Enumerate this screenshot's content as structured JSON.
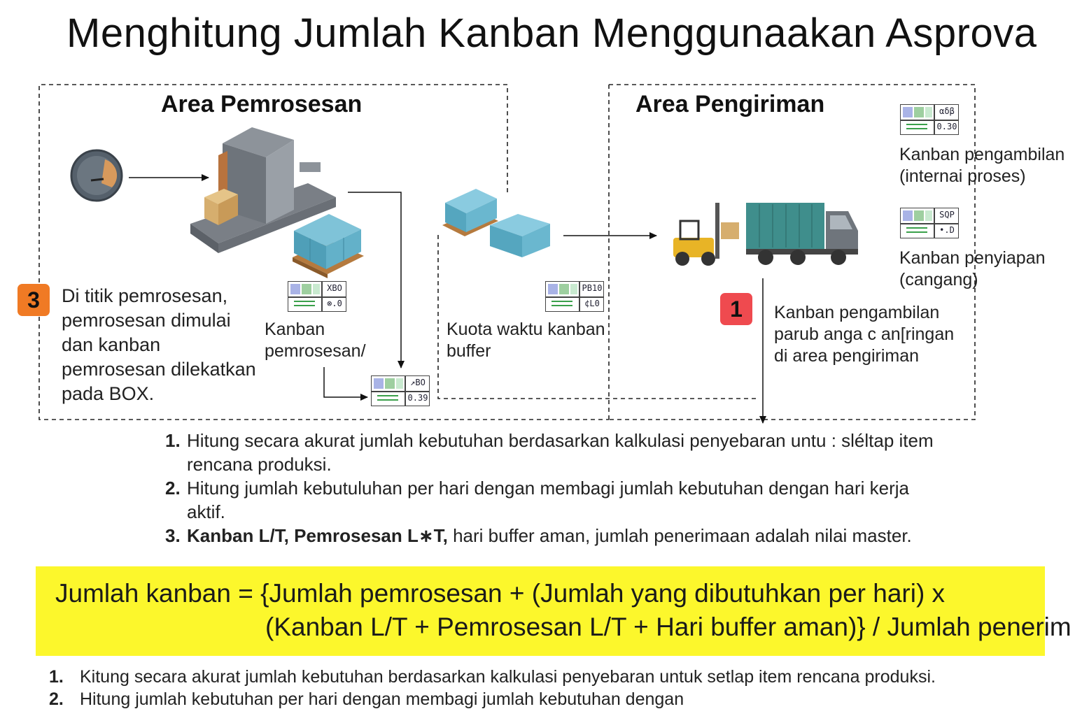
{
  "title": "Menghitung Jumlah Kanban Menggunaakan Asprova",
  "areas": {
    "processing": "Area Pemrosesan",
    "shipping": "Area Pengiriman"
  },
  "step3": {
    "badge": "3",
    "badge_color": "#f07a24",
    "text": [
      "Di titik pemrosesan,",
      "pemrosesan dimulai",
      "dan kanban",
      "pemrosesan dilekatkan",
      "pada BOX."
    ]
  },
  "step1": {
    "badge": "1",
    "badge_color": "#ef4a4f",
    "text": [
      "Kanban pengambilan",
      "parub anga c an[ringan",
      "di area pengiriman"
    ]
  },
  "labels": {
    "kanban_processing": [
      "Kanban",
      "pemrosesan/"
    ],
    "buffer_quota": [
      "Kuota waktu kanban",
      "buffer"
    ],
    "kanban_pickup": [
      "Kanban pengambilan",
      "(internai proses)"
    ],
    "kanban_prep": [
      "Kanban penyiapan",
      "(cangang)"
    ]
  },
  "cards": {
    "processing": [
      "XBO",
      "⊗.0"
    ],
    "output": [
      "↗BO",
      "0.39"
    ],
    "buffer": [
      "PB10",
      "¢L0"
    ],
    "pickup": [
      "αδβ",
      "0.30"
    ],
    "prep": [
      "SQP",
      "•.D"
    ]
  },
  "steps": [
    {
      "num": "1.",
      "lines": [
        "Hitung secara akurat jumlah kebutuhan berdasarkan kalkulasi penyebaran untu : sléltap item",
        "rencana produksi."
      ]
    },
    {
      "num": "2.",
      "lines": [
        "Hitung jumlah kebutuluhan per hari dengan membagi jumlah kebutuhan dengan hari kerja",
        "aktif."
      ]
    },
    {
      "num": "3.",
      "bold": "Kanban L/T, Pemrosesan L∗T,",
      "rest": " hari buffer aman, jumlah penerimaan adalah nilai master."
    }
  ],
  "formula": {
    "line1": "Jumlah kanban = {Jumlah pemrosesan + (Jumlah yang dibutuhkan per hari) x",
    "line2": "(Kanban L/T + Pemrosesan L/T + Hari buffer aman)} / Jumlah penerim",
    "background": "#fcf72c"
  },
  "bottom_steps": [
    {
      "num": "1.",
      "text": "Kitung secara akurat jumlah kebutuhan berdasarkan kalkulasi penyebaran untuk setlap item rencana produksi."
    },
    {
      "num": "2.",
      "text": "Hitung jumlah kebutuhan per hari dengan membagi jumlah kebutuhan dengan"
    }
  ]
}
